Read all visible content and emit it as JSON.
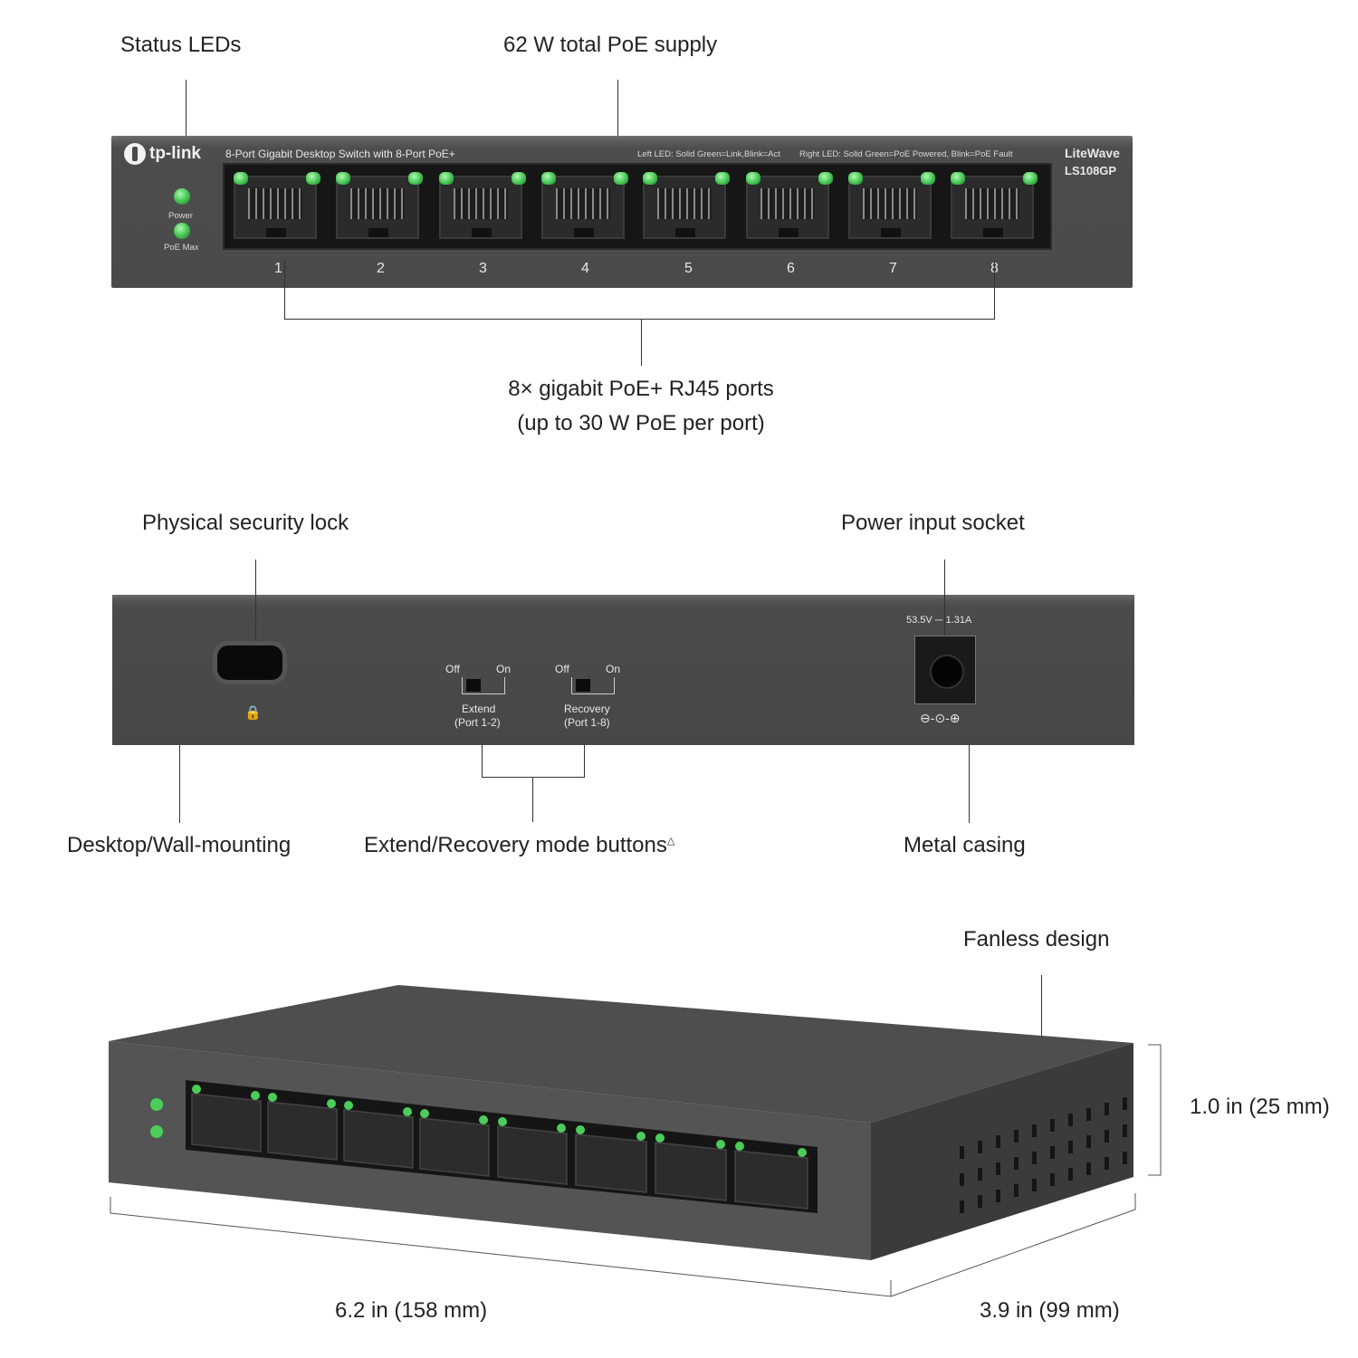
{
  "callouts": {
    "status_leds": "Status LEDs",
    "poe_supply": "62 W total PoE supply",
    "ports_line1": "8× gigabit PoE+ RJ45 ports",
    "ports_line2": "(up to 30 W PoE per port)",
    "security_lock": "Physical security lock",
    "power_socket": "Power input socket",
    "mounting": "Desktop/Wall-mounting",
    "mode_buttons": "Extend/Recovery mode buttons",
    "mode_buttons_mark": "△",
    "metal_casing": "Metal casing",
    "fanless": "Fanless design",
    "height": "1.0 in (25 mm)",
    "width": "6.2 in (158 mm)",
    "depth": "3.9 in (99 mm)"
  },
  "device": {
    "brand": "tp-link",
    "title": "8-Port Gigabit Desktop Switch with 8-Port PoE+",
    "left_led_note": "Left LED: Solid Green=Link,Blink=Act",
    "right_led_note": "Right LED: Solid Green=PoE Powered, Blink=PoE Fault",
    "series": "LiteWave",
    "model": "LS108GP",
    "power_led": "Power",
    "poe_max_led": "PoE Max",
    "ports": [
      "1",
      "2",
      "3",
      "4",
      "5",
      "6",
      "7",
      "8"
    ],
    "power_rating": "53.5V ⎓ 1.31A",
    "polarity_symbol": "⊖-⊙-⊕",
    "lock_symbol": "🔒",
    "switch_extend": {
      "off": "Off",
      "on": "On",
      "name": "Extend",
      "scope": "(Port 1-2)"
    },
    "switch_recovery": {
      "off": "Off",
      "on": "On",
      "name": "Recovery",
      "scope": "(Port 1-8)"
    }
  },
  "colors": {
    "casing": "#4a4a4a",
    "led_green": "#4ccc5a",
    "background": "#ffffff"
  }
}
